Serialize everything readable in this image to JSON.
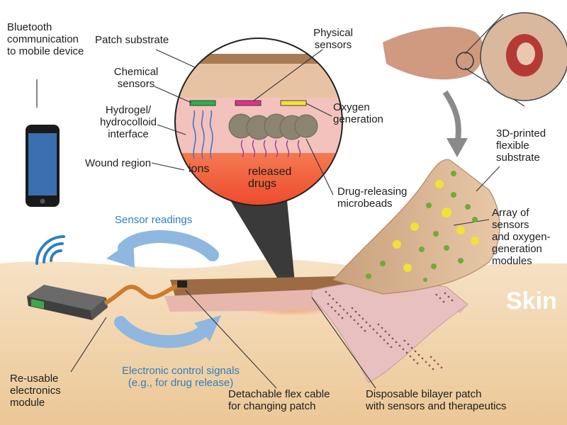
{
  "labels": {
    "bluetooth": "Bluetooth\ncommunication\nto mobile device",
    "patch_substrate": "Patch substrate",
    "chemical_sensors": "Chemical\nsensors",
    "hydrogel": "Hydrogel/\nhydrocolloid\ninterface",
    "wound_region": "Wound region",
    "physical_sensors": "Physical\nsensors",
    "oxygen_generation": "Oxygen\ngeneration",
    "ions": "ions",
    "released_drugs": "released\ndrugs",
    "drug_microbeads": "Drug-releasing\nmicrobeads",
    "printed_substrate": "3D-printed\nflexible\nsubstrate",
    "array_sensors": "Array of sensors\nand oxygen-\ngeneration\nmodules",
    "sensor_readings": "Sensor readings",
    "skin": "Skin",
    "electronic_signals": "Electronic control signals\n(e.g., for drug release)",
    "reusable_module": "Re-usable\nelectronics\nmodule",
    "flex_cable": "Detachable flex cable\nfor changing patch",
    "bilayer_patch": "Disposable bilayer patch\nwith sensors and therapeutics"
  },
  "colors": {
    "skin": "#f2d6b0",
    "skin_deep": "#e9c08e",
    "substrate": "#a87b55",
    "hydrogel": "#f3c2bd",
    "wound": "#f0573c",
    "arrow_blue": "#8fb7e0",
    "label_blue": "#2f7fbf",
    "sensor_green": "#2bb24c",
    "sensor_magenta": "#e0338a",
    "sensor_yellow": "#f3e03a",
    "bead": "#8a8470"
  }
}
